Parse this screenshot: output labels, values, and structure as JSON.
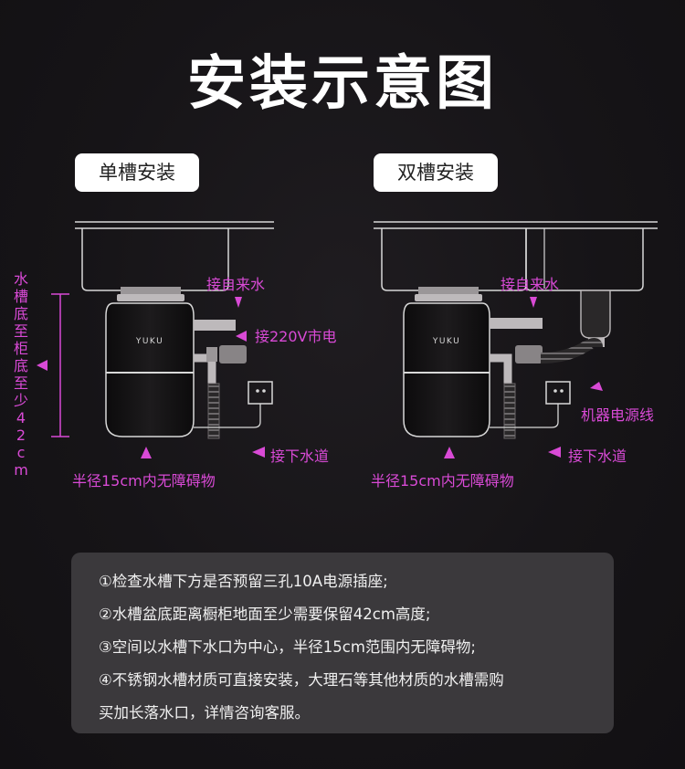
{
  "title": "安装示意图",
  "tabs": {
    "single": "单槽安装",
    "double": "双槽安装"
  },
  "labels": {
    "vertical_chars": [
      "水",
      "槽",
      "底",
      "至",
      "柜",
      "底",
      "至",
      "少",
      "4",
      "2",
      "c",
      "m"
    ],
    "left": {
      "water_in": "接自来水",
      "power": "接220V市电",
      "drain": "接下水道",
      "radius": "半径15cm内无障碍物"
    },
    "right": {
      "water_in": "接自来水",
      "power": "机器电源线",
      "drain": "接下水道",
      "radius": "半径15cm内无障碍物"
    },
    "brand": "YUKU"
  },
  "colors": {
    "accent": "#d94ad6",
    "background": "#141215",
    "panel": "#3b393c"
  },
  "notes": [
    "①检查水槽下方是否预留三孔10A电源插座;",
    "②水槽盆底距离橱柜地面至少需要保留42cm高度;",
    "③空间以水槽下水口为中心，半径15cm范围内无障碍物;",
    "④不锈钢水槽材质可直接安装，大理石等其他材质的水槽需购",
    "买加长落水口，详情咨询客服。"
  ]
}
